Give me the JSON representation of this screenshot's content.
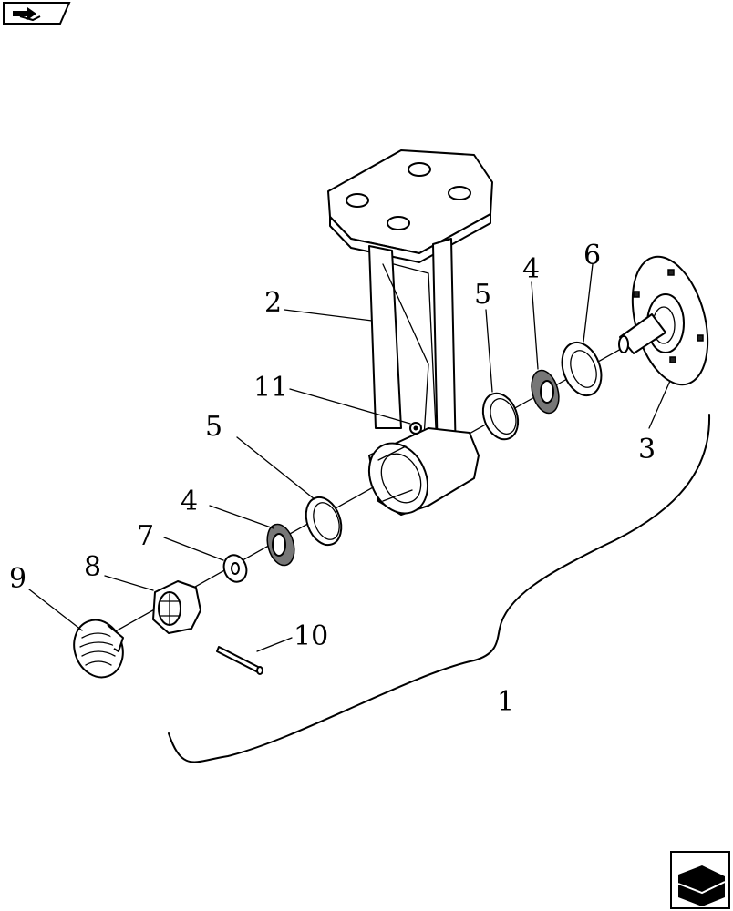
{
  "callouts": {
    "c1": "1",
    "c2": "2",
    "c3": "3",
    "c4a": "4",
    "c4b": "4",
    "c5a": "5",
    "c5b": "5",
    "c6": "6",
    "c7": "7",
    "c8": "8",
    "c9": "9",
    "c10": "10",
    "c11": "11"
  },
  "icons": {
    "top_left": "previous-page-arrow-icon",
    "bottom_right": "next-page-arrow-icon"
  }
}
